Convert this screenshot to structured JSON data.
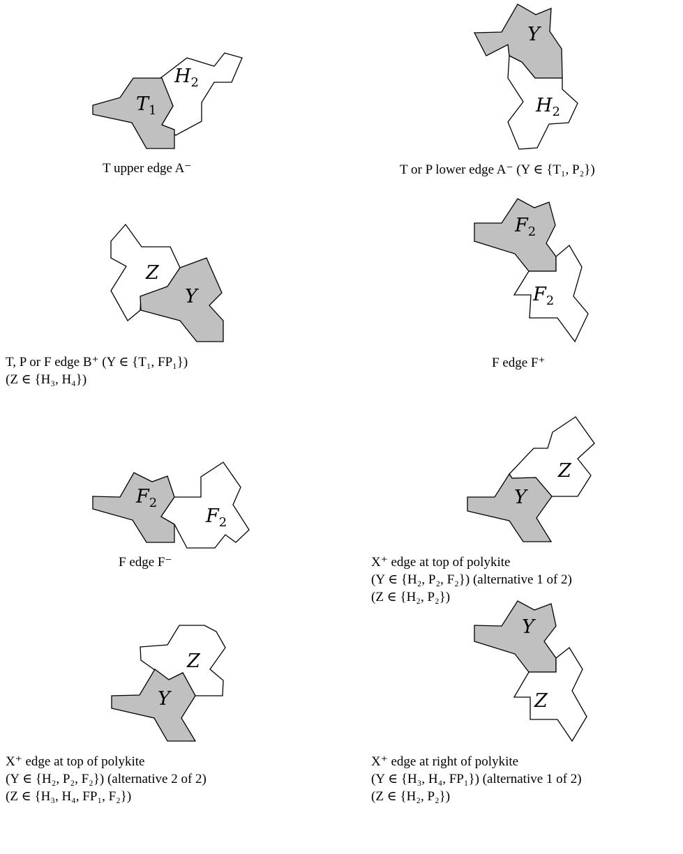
{
  "panels": [
    {
      "id": "p1",
      "shaded_label": "T1",
      "plain_label": "H2",
      "caption": [
        "T upper edge A⁻"
      ]
    },
    {
      "id": "p2",
      "shaded_label": "Y",
      "plain_label": "H2",
      "caption": [
        "T or P lower edge A⁻ (Y ∈ {T₁, P₂})"
      ]
    },
    {
      "id": "p3",
      "shaded_label": "Y",
      "plain_label": "Z",
      "caption": [
        "T, P or F edge B⁺ (Y ∈ {T₁, FP₁})",
        "(Z ∈ {H₃, H₄})"
      ]
    },
    {
      "id": "p4",
      "shaded_label": "F2",
      "plain_label": "F2",
      "caption": [
        "F edge F⁺"
      ]
    },
    {
      "id": "p5",
      "shaded_label": "F2",
      "plain_label": "F2",
      "caption": [
        "F edge F⁻"
      ]
    },
    {
      "id": "p6",
      "shaded_label": "Y",
      "plain_label": "Z",
      "caption": [
        "X⁺ edge at top of polykite",
        "(Y ∈ {H₂, P₂, F₂}) (alternative 1 of 2)",
        "(Z ∈ {H₂, P₂})"
      ]
    },
    {
      "id": "p7",
      "shaded_label": "Y",
      "plain_label": "Z",
      "caption": [
        "X⁺ edge at top of polykite",
        "(Y ∈ {H₂, P₂, F₂}) (alternative 2 of 2)",
        "(Z ∈ {H₃, H₄, FP₁, F₂})"
      ]
    },
    {
      "id": "p8",
      "shaded_label": "Y",
      "plain_label": "Z",
      "caption": [
        "X⁺ edge at right of polykite",
        "(Y ∈ {H₃, H₄, FP₁}) (alternative 1 of 2)",
        "(Z ∈ {H₂, P₂})"
      ]
    }
  ]
}
